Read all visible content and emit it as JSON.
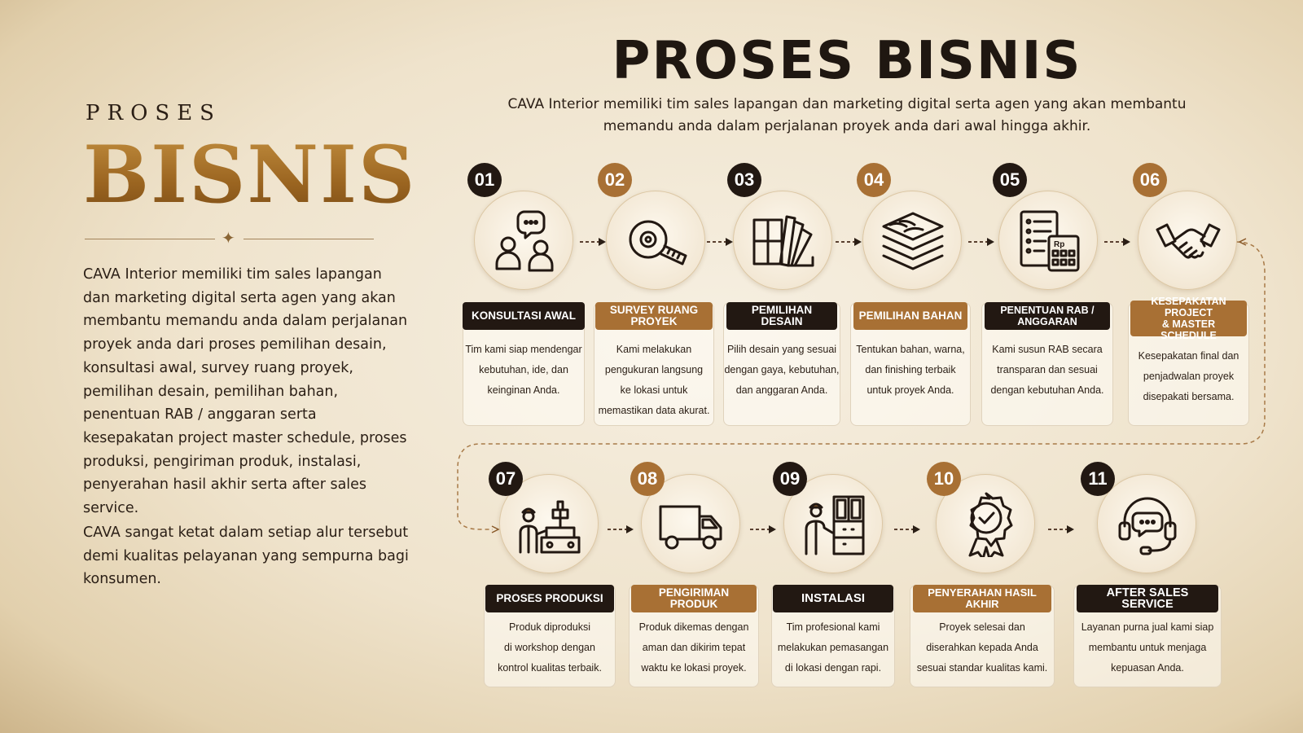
{
  "left": {
    "kicker": "PROSES",
    "title": "BISNIS",
    "divider_glyph": "✦",
    "paragraph1": "CAVA Interior memiliki tim sales lapangan dan marketing digital serta agen yang akan membantu memandu anda dalam perjalanan proyek anda dari proses pemilihan desain, konsultasi awal, survey ruang proyek, pemilihan desain, pemilihan bahan, penentuan RAB / anggaran serta kesepakatan project master schedule, proses produksi, pengiriman produk, instalasi, penyerahan hasil akhir serta after sales service.",
    "paragraph2": "CAVA sangat ketat dalam setiap alur tersebut demi kualitas pelayanan yang sempurna bagi konsumen."
  },
  "header": {
    "title": "PROSES BISNIS",
    "subtitle_line1": "CAVA Interior memiliki tim sales lapangan dan marketing digital serta agen yang akan membantu",
    "subtitle_line2": "memandu anda dalam perjalanan proyek anda dari awal hingga akhir."
  },
  "colors": {
    "dark": "#221812",
    "gold": "#a87034",
    "title_gold": "#a46f22",
    "background": "#efe3cc"
  },
  "steps": [
    {
      "num": "01",
      "title": "KONSULTASI AWAL",
      "desc": [
        "Tim kami siap mendengar",
        "kebutuhan, ide, dan",
        "keinginan Anda."
      ],
      "icon": "consultation-icon",
      "badge": "dark"
    },
    {
      "num": "02",
      "title": "SURVEY RUANG PROYEK",
      "desc": [
        "Kami melakukan",
        "pengukuran langsung",
        "ke lokasi untuk",
        "memastikan data akurat."
      ],
      "icon": "measuring-tape-icon",
      "badge": "gold"
    },
    {
      "num": "03",
      "title": "PEMILIHAN DESAIN",
      "desc": [
        "Pilih desain yang sesuai",
        "dengan gaya, kebutuhan,",
        "dan anggaran Anda."
      ],
      "icon": "design-swatch-icon",
      "badge": "dark"
    },
    {
      "num": "04",
      "title": "PEMILIHAN BAHAN",
      "desc": [
        "Tentukan bahan, warna,",
        "dan finishing terbaik",
        "untuk proyek Anda."
      ],
      "icon": "material-layers-icon",
      "badge": "gold"
    },
    {
      "num": "05",
      "title": "PENENTUAN RAB / ANGGARAN",
      "desc": [
        "Kami susun RAB secara",
        "transparan dan sesuai",
        "dengan kebutuhan Anda."
      ],
      "icon": "budget-calculator-icon",
      "badge": "dark",
      "calc_label": "Rp"
    },
    {
      "num": "06",
      "title_line1": "KESEPAKATAN PROJECT",
      "title_line2": "& MASTER SCHEDULE",
      "desc": [
        "Kesepakatan final dan",
        "penjadwalan proyek",
        "disepakati bersama."
      ],
      "icon": "handshake-icon",
      "badge": "gold"
    },
    {
      "num": "07",
      "title": "PROSES PRODUKSI",
      "desc": [
        "Produk diproduksi",
        "di workshop dengan",
        "kontrol kualitas terbaik."
      ],
      "icon": "production-worker-icon",
      "badge": "dark"
    },
    {
      "num": "08",
      "title": "PENGIRIMAN PRODUK",
      "desc": [
        "Produk dikemas dengan",
        "aman dan dikirim tepat",
        "waktu ke lokasi proyek."
      ],
      "icon": "delivery-truck-icon",
      "badge": "gold"
    },
    {
      "num": "09",
      "title": "INSTALASI",
      "desc": [
        "Tim profesional kami",
        "melakukan pemasangan",
        "di lokasi dengan rapi."
      ],
      "icon": "installation-worker-icon",
      "badge": "dark"
    },
    {
      "num": "10",
      "title": "PENYERAHAN HASIL AKHIR",
      "desc": [
        "Proyek selesai dan",
        "diserahkan kepada Anda",
        "sesuai standar kualitas kami."
      ],
      "icon": "quality-badge-icon",
      "badge": "gold"
    },
    {
      "num": "11",
      "title": "AFTER SALES SERVICE",
      "desc": [
        "Layanan purna jual kami siap",
        "membantu untuk menjaga",
        "kepuasan Anda."
      ],
      "icon": "headset-support-icon",
      "badge": "dark"
    }
  ]
}
